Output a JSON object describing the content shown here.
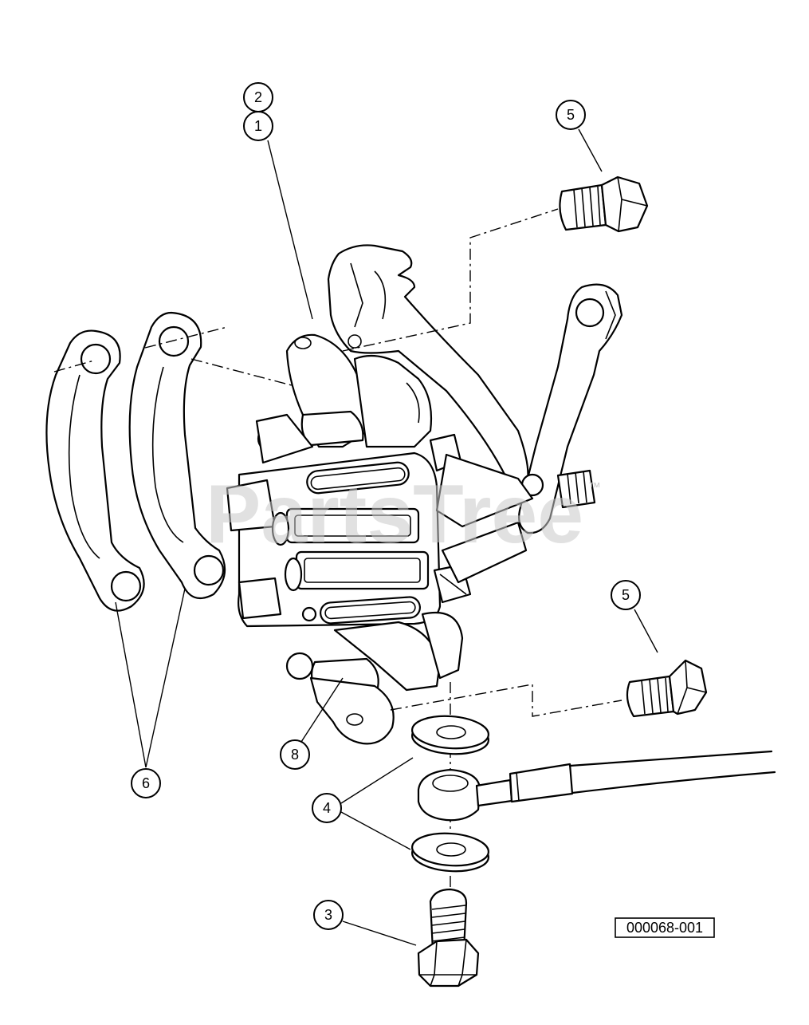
{
  "diagram": {
    "watermark": "PartsTree",
    "trademark": "™",
    "figure_id": "000068-001",
    "callouts": [
      "1",
      "2",
      "3",
      "4",
      "5",
      "6",
      "8"
    ]
  }
}
